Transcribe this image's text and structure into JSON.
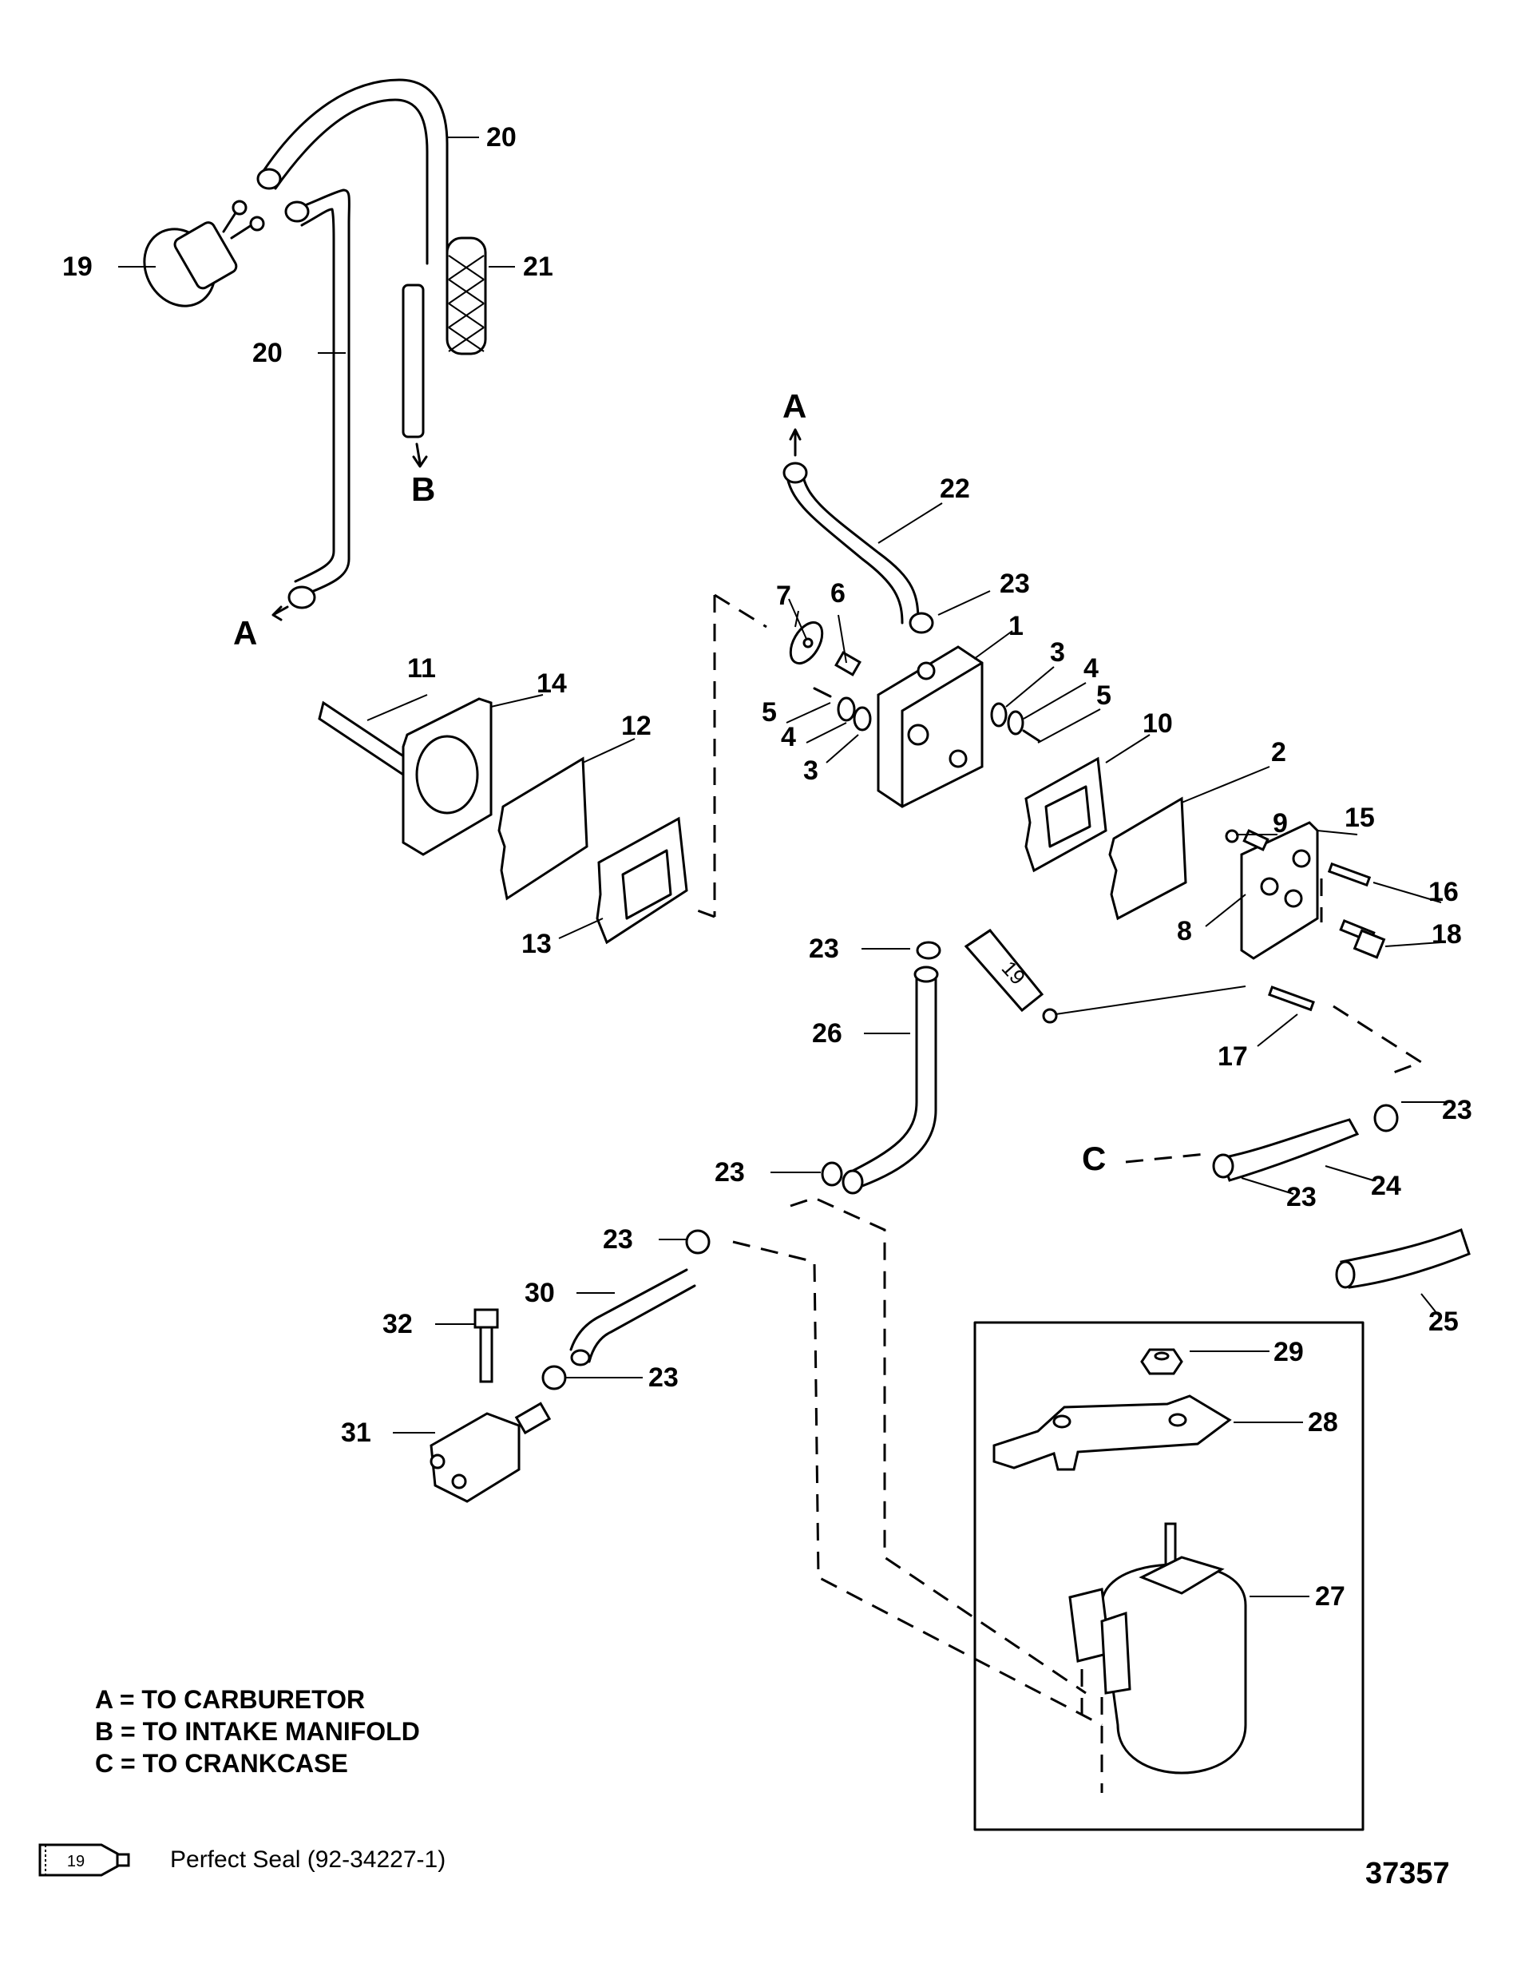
{
  "diagram": {
    "type": "exploded-parts-view",
    "callouts": [
      {
        "id": "c20a",
        "text": "20"
      },
      {
        "id": "c19a",
        "text": "19"
      },
      {
        "id": "c21",
        "text": "21"
      },
      {
        "id": "c20b",
        "text": "20"
      },
      {
        "id": "cB",
        "text": "B"
      },
      {
        "id": "cA1",
        "text": "A"
      },
      {
        "id": "cA2",
        "text": "A"
      },
      {
        "id": "c22",
        "text": "22"
      },
      {
        "id": "c23a",
        "text": "23"
      },
      {
        "id": "c1",
        "text": "1"
      },
      {
        "id": "c7",
        "text": "7"
      },
      {
        "id": "c6",
        "text": "6"
      },
      {
        "id": "c3a",
        "text": "3"
      },
      {
        "id": "c4a",
        "text": "4"
      },
      {
        "id": "c5a",
        "text": "5"
      },
      {
        "id": "c5b",
        "text": "5"
      },
      {
        "id": "c4b",
        "text": "4"
      },
      {
        "id": "c3b",
        "text": "3"
      },
      {
        "id": "c11",
        "text": "11"
      },
      {
        "id": "c14",
        "text": "14"
      },
      {
        "id": "c12",
        "text": "12"
      },
      {
        "id": "c13",
        "text": "13"
      },
      {
        "id": "c10",
        "text": "10"
      },
      {
        "id": "c2",
        "text": "2"
      },
      {
        "id": "c9",
        "text": "9"
      },
      {
        "id": "c15",
        "text": "15"
      },
      {
        "id": "c16",
        "text": "16"
      },
      {
        "id": "c8",
        "text": "8"
      },
      {
        "id": "c18",
        "text": "18"
      },
      {
        "id": "c17",
        "text": "17"
      },
      {
        "id": "c23b",
        "text": "23"
      },
      {
        "id": "c26",
        "text": "26"
      },
      {
        "id": "c23c",
        "text": "23"
      },
      {
        "id": "cC",
        "text": "C"
      },
      {
        "id": "c23d",
        "text": "23"
      },
      {
        "id": "c24",
        "text": "24"
      },
      {
        "id": "c23e",
        "text": "23"
      },
      {
        "id": "c25",
        "text": "25"
      },
      {
        "id": "c23f",
        "text": "23"
      },
      {
        "id": "c30",
        "text": "30"
      },
      {
        "id": "c32",
        "text": "32"
      },
      {
        "id": "c23g",
        "text": "23"
      },
      {
        "id": "c31",
        "text": "31"
      },
      {
        "id": "c29",
        "text": "29"
      },
      {
        "id": "c28",
        "text": "28"
      },
      {
        "id": "c27",
        "text": "27"
      }
    ],
    "sealant_tube_label": "19"
  },
  "legend": [
    "A = TO CARBURETOR",
    "B = TO INTAKE MANIFOLD",
    "C = TO CRANKCASE"
  ],
  "footnote": {
    "icon_label": "19",
    "text": "Perfect Seal (92-34227-1)"
  },
  "document_number": "37357"
}
